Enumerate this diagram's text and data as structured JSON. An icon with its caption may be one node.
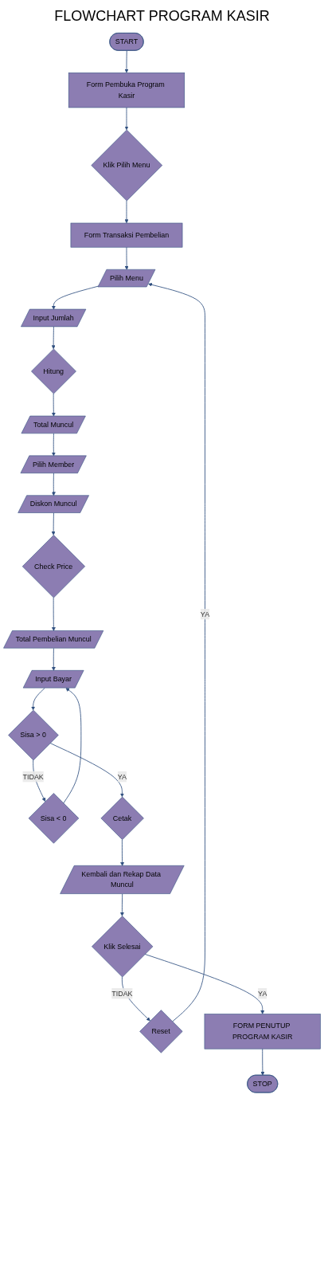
{
  "diagram": {
    "title": "FLOWCHART PROGRAM KASIR",
    "nodes": [
      {
        "text": [
          "START"
        ]
      },
      {
        "text": [
          "Form Pembuka Program Kasir"
        ]
      },
      {
        "text": [
          "Klik Pilih Menu"
        ]
      },
      {
        "text": [
          "Form Transaksi Pembelian"
        ]
      },
      {
        "text": [
          "Pilih Menu"
        ]
      },
      {
        "text": [
          "Input Jumlah"
        ]
      },
      {
        "text": [
          "Hitung"
        ]
      },
      {
        "text": [
          "Total Muncul"
        ]
      },
      {
        "text": [
          "Pilih Member"
        ]
      },
      {
        "text": [
          "Diskon Muncul"
        ]
      },
      {
        "text": [
          "Check Price"
        ]
      },
      {
        "text": [
          "Total Pembelian Muncul"
        ]
      },
      {
        "text": [
          "Input Bayar"
        ]
      },
      {
        "text": [
          "Sisa > 0"
        ]
      },
      {
        "text": [
          "Sisa < 0"
        ]
      },
      {
        "text": [
          "Cetak"
        ]
      },
      {
        "text": [
          "Kembali dan Rekap Data Muncul"
        ]
      },
      {
        "text": [
          "Klik Selesai"
        ]
      },
      {
        "text": [
          "Reset"
        ]
      },
      {
        "text": [
          "FORM PENUTUP PROGRAM KASIR"
        ]
      },
      {
        "text": [
          "STOP"
        ]
      }
    ],
    "edges": [
      {
        "from": 0,
        "to": 1,
        "arrow": "to"
      },
      {
        "from": 1,
        "to": 2,
        "arrow": "to"
      },
      {
        "from": 2,
        "to": 3,
        "arrow": "to"
      },
      {
        "from": 3,
        "to": 4,
        "arrow": "to"
      },
      {
        "from": 4,
        "to": 5,
        "arrow": "to"
      },
      {
        "from": 5,
        "to": 6,
        "arrow": "to"
      },
      {
        "from": 6,
        "to": 7,
        "arrow": "to"
      },
      {
        "from": 7,
        "to": 8,
        "arrow": "to"
      },
      {
        "from": 8,
        "to": 9,
        "arrow": "to"
      },
      {
        "from": 9,
        "to": 10,
        "arrow": "to"
      },
      {
        "from": 10,
        "to": 11,
        "arrow": "to"
      },
      {
        "from": 11,
        "to": 12,
        "arrow": "to"
      },
      {
        "from": 12,
        "to": 13,
        "arrow": "to"
      },
      {
        "from": 13,
        "to": 14,
        "arrow": "to",
        "label": "TIDAK"
      },
      {
        "from": 14,
        "to": 12,
        "arrow": "to"
      },
      {
        "from": 13,
        "to": 15,
        "arrow": "to",
        "label": "YA"
      },
      {
        "from": 15,
        "to": 16,
        "arrow": "to"
      },
      {
        "from": 16,
        "to": 17,
        "arrow": "to"
      },
      {
        "from": 17,
        "to": 18,
        "arrow": "to",
        "label": "TIDAK"
      },
      {
        "from": 18,
        "to": 4,
        "arrow": "to",
        "label": "YA"
      },
      {
        "from": 17,
        "to": 19,
        "arrow": "to",
        "label": "YA"
      },
      {
        "from": 19,
        "to": 20,
        "arrow": "to"
      }
    ]
  }
}
